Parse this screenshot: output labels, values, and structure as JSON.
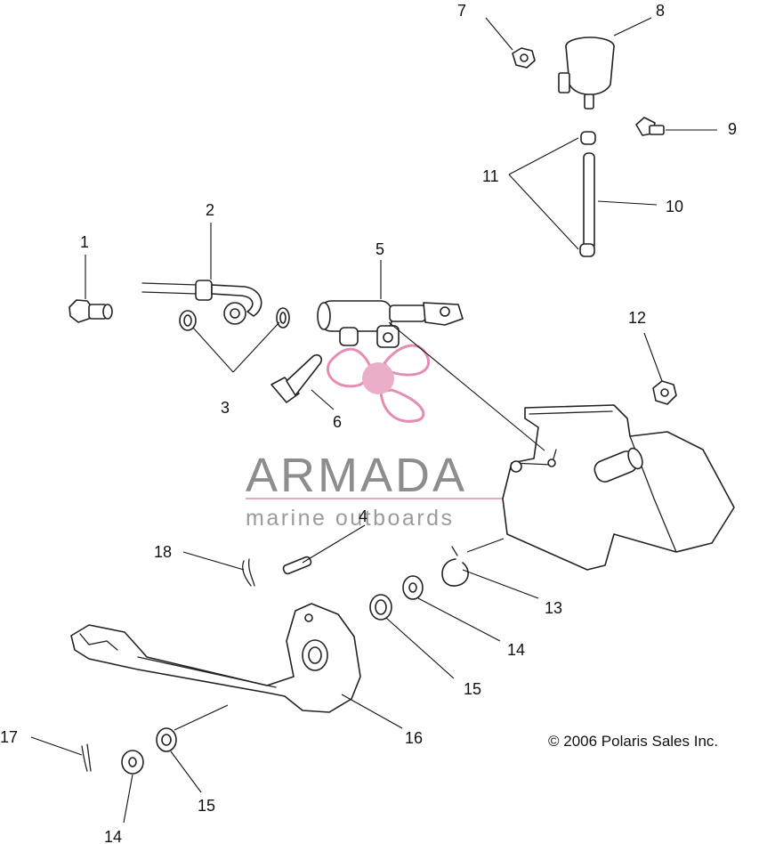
{
  "callouts": {
    "c1": "1",
    "c2": "2",
    "c3": "3",
    "c4": "4",
    "c5": "5",
    "c6": "6",
    "c7": "7",
    "c8": "8",
    "c9": "9",
    "c10": "10",
    "c11": "11",
    "c12": "12",
    "c13": "13",
    "c14a": "14",
    "c14b": "14",
    "c15a": "15",
    "c15b": "15",
    "c16": "16",
    "c17": "17",
    "c18": "18"
  },
  "copyright": "© 2006 Polaris Sales Inc.",
  "watermark": {
    "title": "ARMADA",
    "subtitle": "marine outboards",
    "title_color": "#7a7a7a",
    "accent_color": "#e07aa8"
  }
}
